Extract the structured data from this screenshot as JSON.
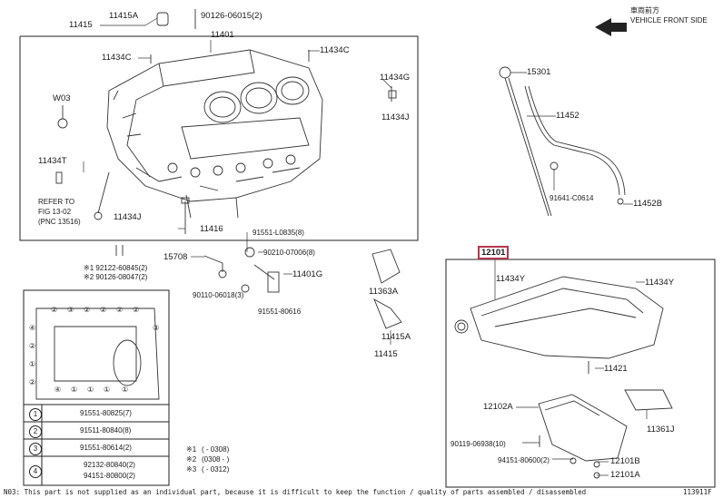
{
  "header": {
    "vehicle_front_jp": "車両前方",
    "vehicle_front_en": "VEHICLE FRONT SIDE"
  },
  "labels": {
    "p11415a_top": "11415A",
    "p11415": "11415",
    "p90126": "90126-06015(2)",
    "p11401": "11401",
    "p11434c_l": "11434C",
    "p11434c_r": "11434C",
    "pw03": "W03",
    "p11434g": "11434G",
    "p11434j_r": "11434J",
    "p11434t": "11434T",
    "p11434j_l": "11434J",
    "refer_1": "REFER TO",
    "refer_2": "FIG 13-02",
    "refer_3": "(PNC 13516)",
    "p11416": "11416",
    "p91551_l0835": "91551-L0835(8)",
    "p90210": "90210-07006(8)",
    "p92122": "※1 92122-60845(2)",
    "p90126_b": "※2 90126-08047(2)",
    "p15708": "15708",
    "p11401g": "11401G",
    "p90110": "90110-06018(3)",
    "p91551_80616": "91551-80616",
    "p11363a": "11363A",
    "p11415a_bot": "11415A",
    "p11415_bot": "11415",
    "p15301": "15301",
    "p11452": "11452",
    "p91641": "91641-C0614",
    "p11452b": "11452B",
    "p12101": "12101",
    "p11434y_l": "11434Y",
    "p11434y_r": "11434Y",
    "p11421": "11421",
    "p12102a": "12102A",
    "p11361j": "11361J",
    "p90119": "90119-06938(10)",
    "p94151": "94151-80600(2)",
    "p12101b": "12101B",
    "p12101a": "12101A"
  },
  "legend": {
    "rows": [
      {
        "num": "1",
        "part": "91551-80825(7)"
      },
      {
        "num": "2",
        "part": "91511-80840(8)"
      },
      {
        "num": "3",
        "part": "91551-80614(2)"
      },
      {
        "num": "4",
        "part_a": "92132-80840(2)",
        "part_b": "94151-80800(2)"
      }
    ],
    "notes": [
      {
        "mark": "※1",
        "text": "(      - 0308)"
      },
      {
        "mark": "※2",
        "text": "(0308 -      )"
      },
      {
        "mark": "※3",
        "text": "(      - 0312)"
      }
    ]
  },
  "footer": {
    "note": "N03: This part is not supplied as an individual part, because it is difficult to keep the function / quality of parts assembled / disassembled",
    "fig_id": "113911F"
  }
}
